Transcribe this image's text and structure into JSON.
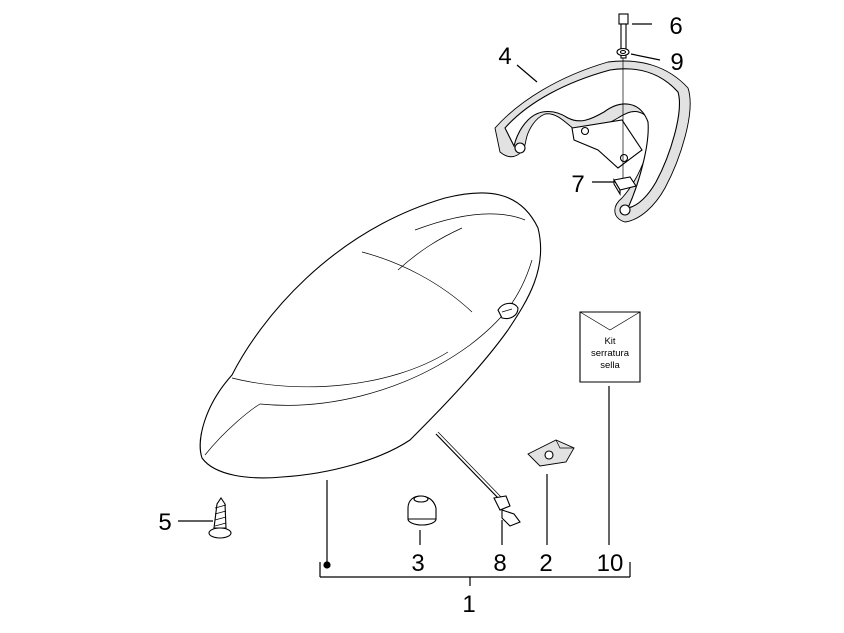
{
  "callouts": {
    "p1": "1",
    "p2": "2",
    "p3": "3",
    "p4": "4",
    "p5": "5",
    "p6": "6",
    "p7": "7",
    "p8": "8",
    "p9": "9",
    "p10": "10"
  },
  "kit_label": {
    "line1": "Kit",
    "line2": "serratura",
    "line3": "sella"
  }
}
